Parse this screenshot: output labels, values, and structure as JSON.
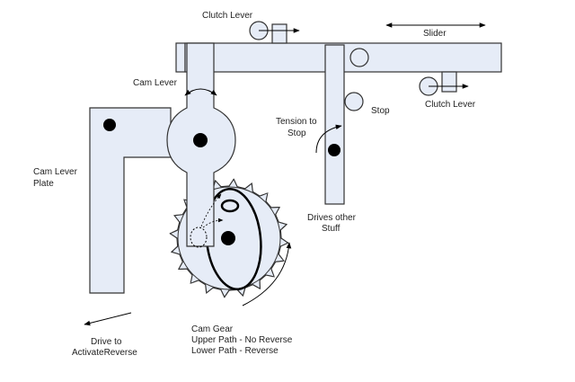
{
  "diagram": {
    "title": "Cam-driven reverse mechanism",
    "labels": {
      "clutch_lever_top": "Clutch Lever",
      "slider": "Slider",
      "cam_lever": "Cam Lever",
      "clutch_lever_right": "Clutch Lever",
      "stop": "Stop",
      "tension_to_stop_1": "Tension to",
      "tension_to_stop_2": "Stop",
      "cam_lever_plate_1": "Cam Lever",
      "cam_lever_plate_2": "Plate",
      "drives_other_1": "Drives other",
      "drives_other_2": "Stuff",
      "drive_reverse_1": "Drive to",
      "drive_reverse_2": "ActivateReverse",
      "cam_gear_1": "Cam Gear",
      "cam_gear_2": "Upper Path - No Reverse",
      "cam_gear_3": "Lower Path - Reverse"
    },
    "colors": {
      "part_fill": "#e6ecf7",
      "outline": "#333333",
      "pin": "#000000"
    }
  }
}
